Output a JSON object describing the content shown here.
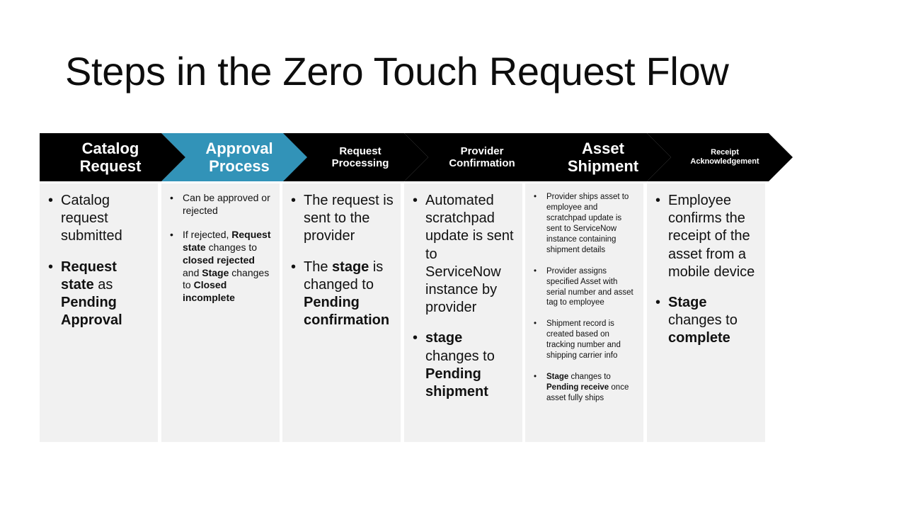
{
  "slide": {
    "title": "Steps in the Zero Touch Request Flow",
    "background": "#ffffff",
    "accent_color": "#3293b8",
    "header_color": "#000000",
    "panel_color": "#f1f1f1",
    "text_color": "#111111"
  },
  "steps": [
    {
      "id": "catalog-request",
      "header": "Catalog Request",
      "header_line1": "Catalog",
      "header_line2": "Request",
      "header_size": "lg",
      "highlighted": false,
      "body_size": "lg",
      "bullets": [
        [
          {
            "text": "Catalog request submitted",
            "bold": false
          }
        ],
        [
          {
            "text": "Request state",
            "bold": true
          },
          {
            "text": " as ",
            "bold": false
          },
          {
            "text": "Pending Approval",
            "bold": true
          }
        ]
      ]
    },
    {
      "id": "approval-process",
      "header": "Approval Process",
      "header_line1": "Approval",
      "header_line2": "Process",
      "header_size": "lg",
      "highlighted": true,
      "body_size": "md",
      "bullets": [
        [
          {
            "text": "Can be approved or rejected",
            "bold": false
          }
        ],
        [
          {
            "text": "If rejected, ",
            "bold": false
          },
          {
            "text": "Request state",
            "bold": true
          },
          {
            "text": " changes to ",
            "bold": false
          },
          {
            "text": "closed rejected",
            "bold": true
          },
          {
            "text": " and ",
            "bold": false
          },
          {
            "text": "Stage",
            "bold": true
          },
          {
            "text": " changes to ",
            "bold": false
          },
          {
            "text": "Closed incomplete",
            "bold": true
          }
        ]
      ]
    },
    {
      "id": "request-processing",
      "header": "Request Processing",
      "header_line1": "Request",
      "header_line2": "Processing",
      "header_size": "md",
      "highlighted": false,
      "body_size": "lg",
      "bullets": [
        [
          {
            "text": "The request is sent to the provider",
            "bold": false
          }
        ],
        [
          {
            "text": "The ",
            "bold": false
          },
          {
            "text": "stage",
            "bold": true
          },
          {
            "text": " is changed to ",
            "bold": false
          },
          {
            "text": "Pending confirmation",
            "bold": true
          }
        ]
      ]
    },
    {
      "id": "provider-confirmation",
      "header": "Provider Confirmation",
      "header_line1": "Provider",
      "header_line2": "Confirmation",
      "header_size": "md",
      "highlighted": false,
      "body_size": "lg",
      "bullets": [
        [
          {
            "text": "Automated scratchpad update is sent to ServiceNow instance by provider",
            "bold": false
          }
        ],
        [
          {
            "text": "stage",
            "bold": true
          },
          {
            "text": " changes to ",
            "bold": false
          },
          {
            "text": "Pending shipment",
            "bold": true
          }
        ]
      ]
    },
    {
      "id": "asset-shipment",
      "header": "Asset Shipment",
      "header_line1": "Asset",
      "header_line2": "Shipment",
      "header_size": "lg",
      "highlighted": false,
      "body_size": "sm",
      "bullets": [
        [
          {
            "text": "Provider ships asset to employee and scratchpad update is sent to ServiceNow instance containing shipment details",
            "bold": false
          }
        ],
        [
          {
            "text": "Provider assigns specified Asset with serial number and asset tag to employee",
            "bold": false
          }
        ],
        [
          {
            "text": "Shipment record is created based on tracking number and shipping carrier info",
            "bold": false
          }
        ],
        [
          {
            "text": "Stage",
            "bold": true
          },
          {
            "text": " changes to ",
            "bold": false
          },
          {
            "text": "Pending receive",
            "bold": true
          },
          {
            "text": " once asset fully ships",
            "bold": false
          }
        ]
      ]
    },
    {
      "id": "receipt-acknowledgement",
      "header": "Receipt Acknowledgement",
      "header_line1": "Receipt",
      "header_line2": "Acknowledgement",
      "header_size": "sm",
      "highlighted": false,
      "body_size": "lg",
      "bullets": [
        [
          {
            "text": "Employee confirms the receipt of the asset from a mobile device",
            "bold": false
          }
        ],
        [
          {
            "text": "Stage",
            "bold": true
          },
          {
            "text": " changes to ",
            "bold": false
          },
          {
            "text": "complete",
            "bold": true
          }
        ]
      ]
    }
  ]
}
